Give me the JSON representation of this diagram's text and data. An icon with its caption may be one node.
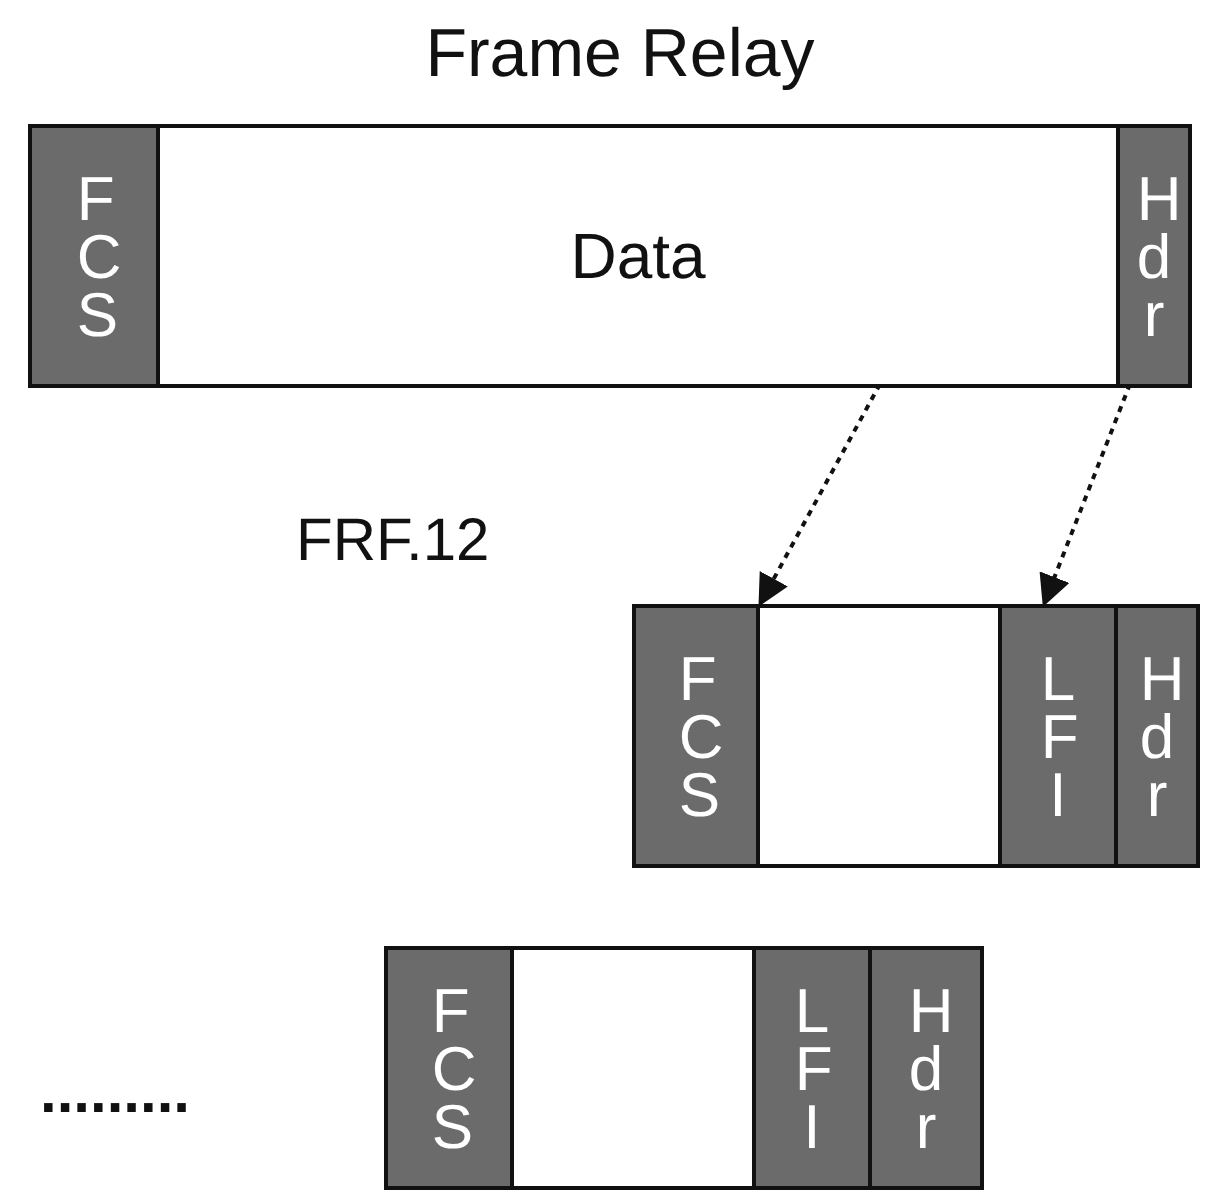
{
  "diagram": {
    "title": "Frame Relay",
    "nodes": [
      {
        "text": [],
        "shape": "box"
      },
      {
        "text": [
          "FCS"
        ],
        "in": 0
      },
      {
        "text": [
          "Data"
        ],
        "in": 0
      },
      {
        "text": [
          "Hdr"
        ],
        "in": 0
      },
      {
        "text": [],
        "shape": "box"
      },
      {
        "text": [
          "FCS"
        ],
        "in": 4
      },
      {
        "text": [],
        "shape": "box",
        "in": 4
      },
      {
        "text": [
          "LFI"
        ],
        "in": 4
      },
      {
        "text": [
          "Hdr"
        ],
        "in": 4
      },
      {
        "text": [],
        "shape": "box"
      },
      {
        "text": [
          "FCS"
        ],
        "in": 9
      },
      {
        "text": [],
        "shape": "box",
        "in": 9
      },
      {
        "text": [
          "LFI"
        ],
        "in": 9
      },
      {
        "text": [
          "Hdr"
        ],
        "in": 9
      }
    ],
    "edges": [
      {
        "from": 2,
        "to": 4,
        "arrow": "to",
        "style": "dashed"
      },
      {
        "from": 3,
        "to": 4,
        "arrow": "to",
        "style": "dashed"
      }
    ],
    "labels": [
      "FRF.12",
      "........."
    ]
  }
}
